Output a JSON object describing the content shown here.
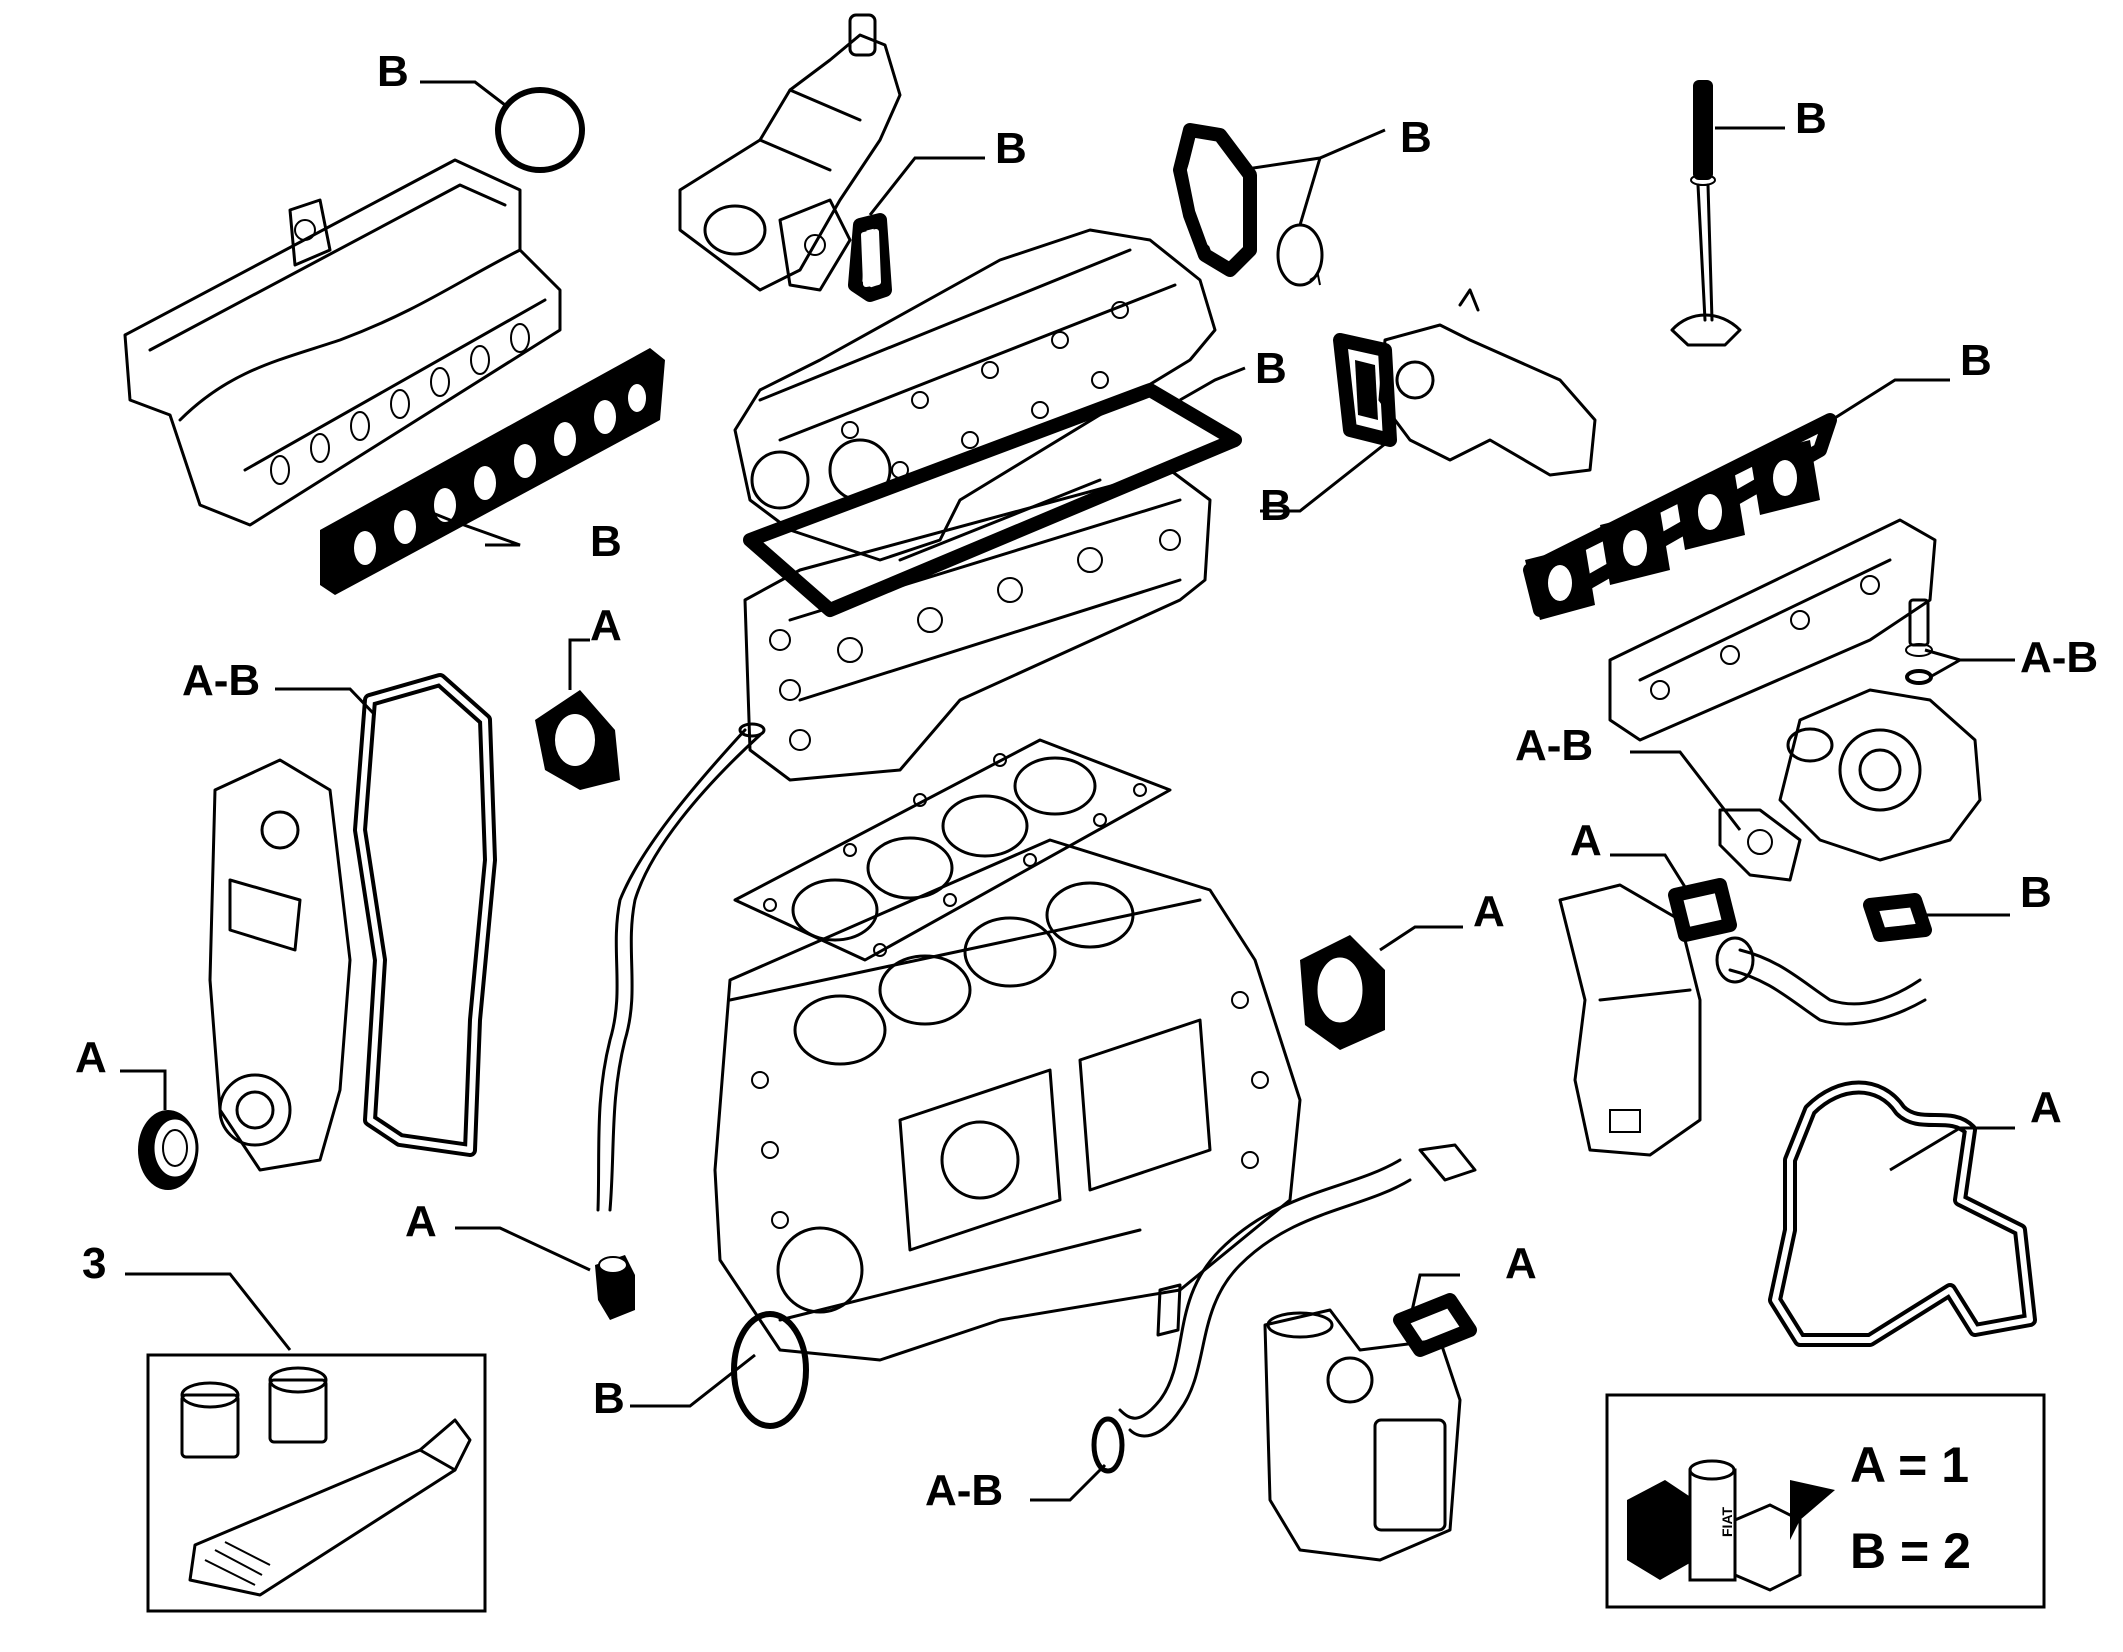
{
  "callouts": {
    "intake_manifold_gasket": "B",
    "throttle_oring": "B",
    "egr_gasket": "B",
    "egr_ring": "B",
    "valve_seal": "B",
    "cover_gasket": "B",
    "thermostat_gasket": "B",
    "exhaust_manifold_gasket": "B",
    "intake_gasket": "B",
    "front_seal": "A",
    "timing_cover_gasket": "A-B",
    "exhaust_washers": "A-B",
    "turbo_gasket": "A-B",
    "cat_gasket": "A",
    "egr_pipe_gasket": "B",
    "rear_seal": "A",
    "pump_seal": "A",
    "oil_filter_gasket": "A",
    "drain_plug": "A",
    "kit": "3",
    "oil_cooler_gasket": "A",
    "sump_oring": "B",
    "pipe_oring": "A-B"
  },
  "legend": {
    "line_a": "A = 1",
    "line_b": "B = 2",
    "brand": "FIAT"
  }
}
